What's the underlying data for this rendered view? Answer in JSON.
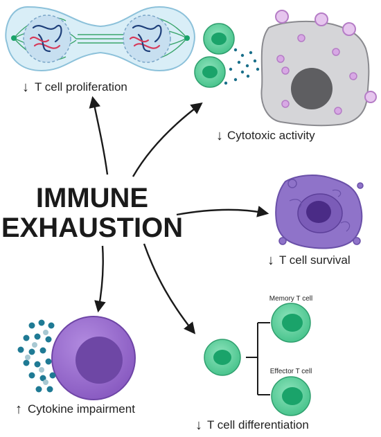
{
  "title": {
    "line1": "IMMUNE",
    "line2": "EXHAUSTION"
  },
  "effects": {
    "proliferation": {
      "arrow": "↓",
      "label": "T cell proliferation"
    },
    "cytotoxic": {
      "arrow": "↓",
      "label": "Cytotoxic activity"
    },
    "survival": {
      "arrow": "↓",
      "label": "T cell survival"
    },
    "cytokine": {
      "arrow": "↑",
      "label": "Cytokine impairment"
    },
    "differentiation": {
      "arrow": "↓",
      "label": "T cell differentiation"
    }
  },
  "cell_labels": {
    "memory": "Memory T cell",
    "effector": "Effector T cell"
  },
  "colors": {
    "t_cell": "#6fd3a4",
    "t_cell_nucleus": "#1aa36a",
    "target_cell": "#d5d5d8",
    "target_nucleus": "#5e5e61",
    "virus": "#b57cc6",
    "granule": "#1a6f8a",
    "dying_cell": "#8f73c9",
    "cytokine_cell": "#9868c9",
    "mitosis_cell": "#cfe8f3",
    "arrow": "#1a1a1a"
  }
}
